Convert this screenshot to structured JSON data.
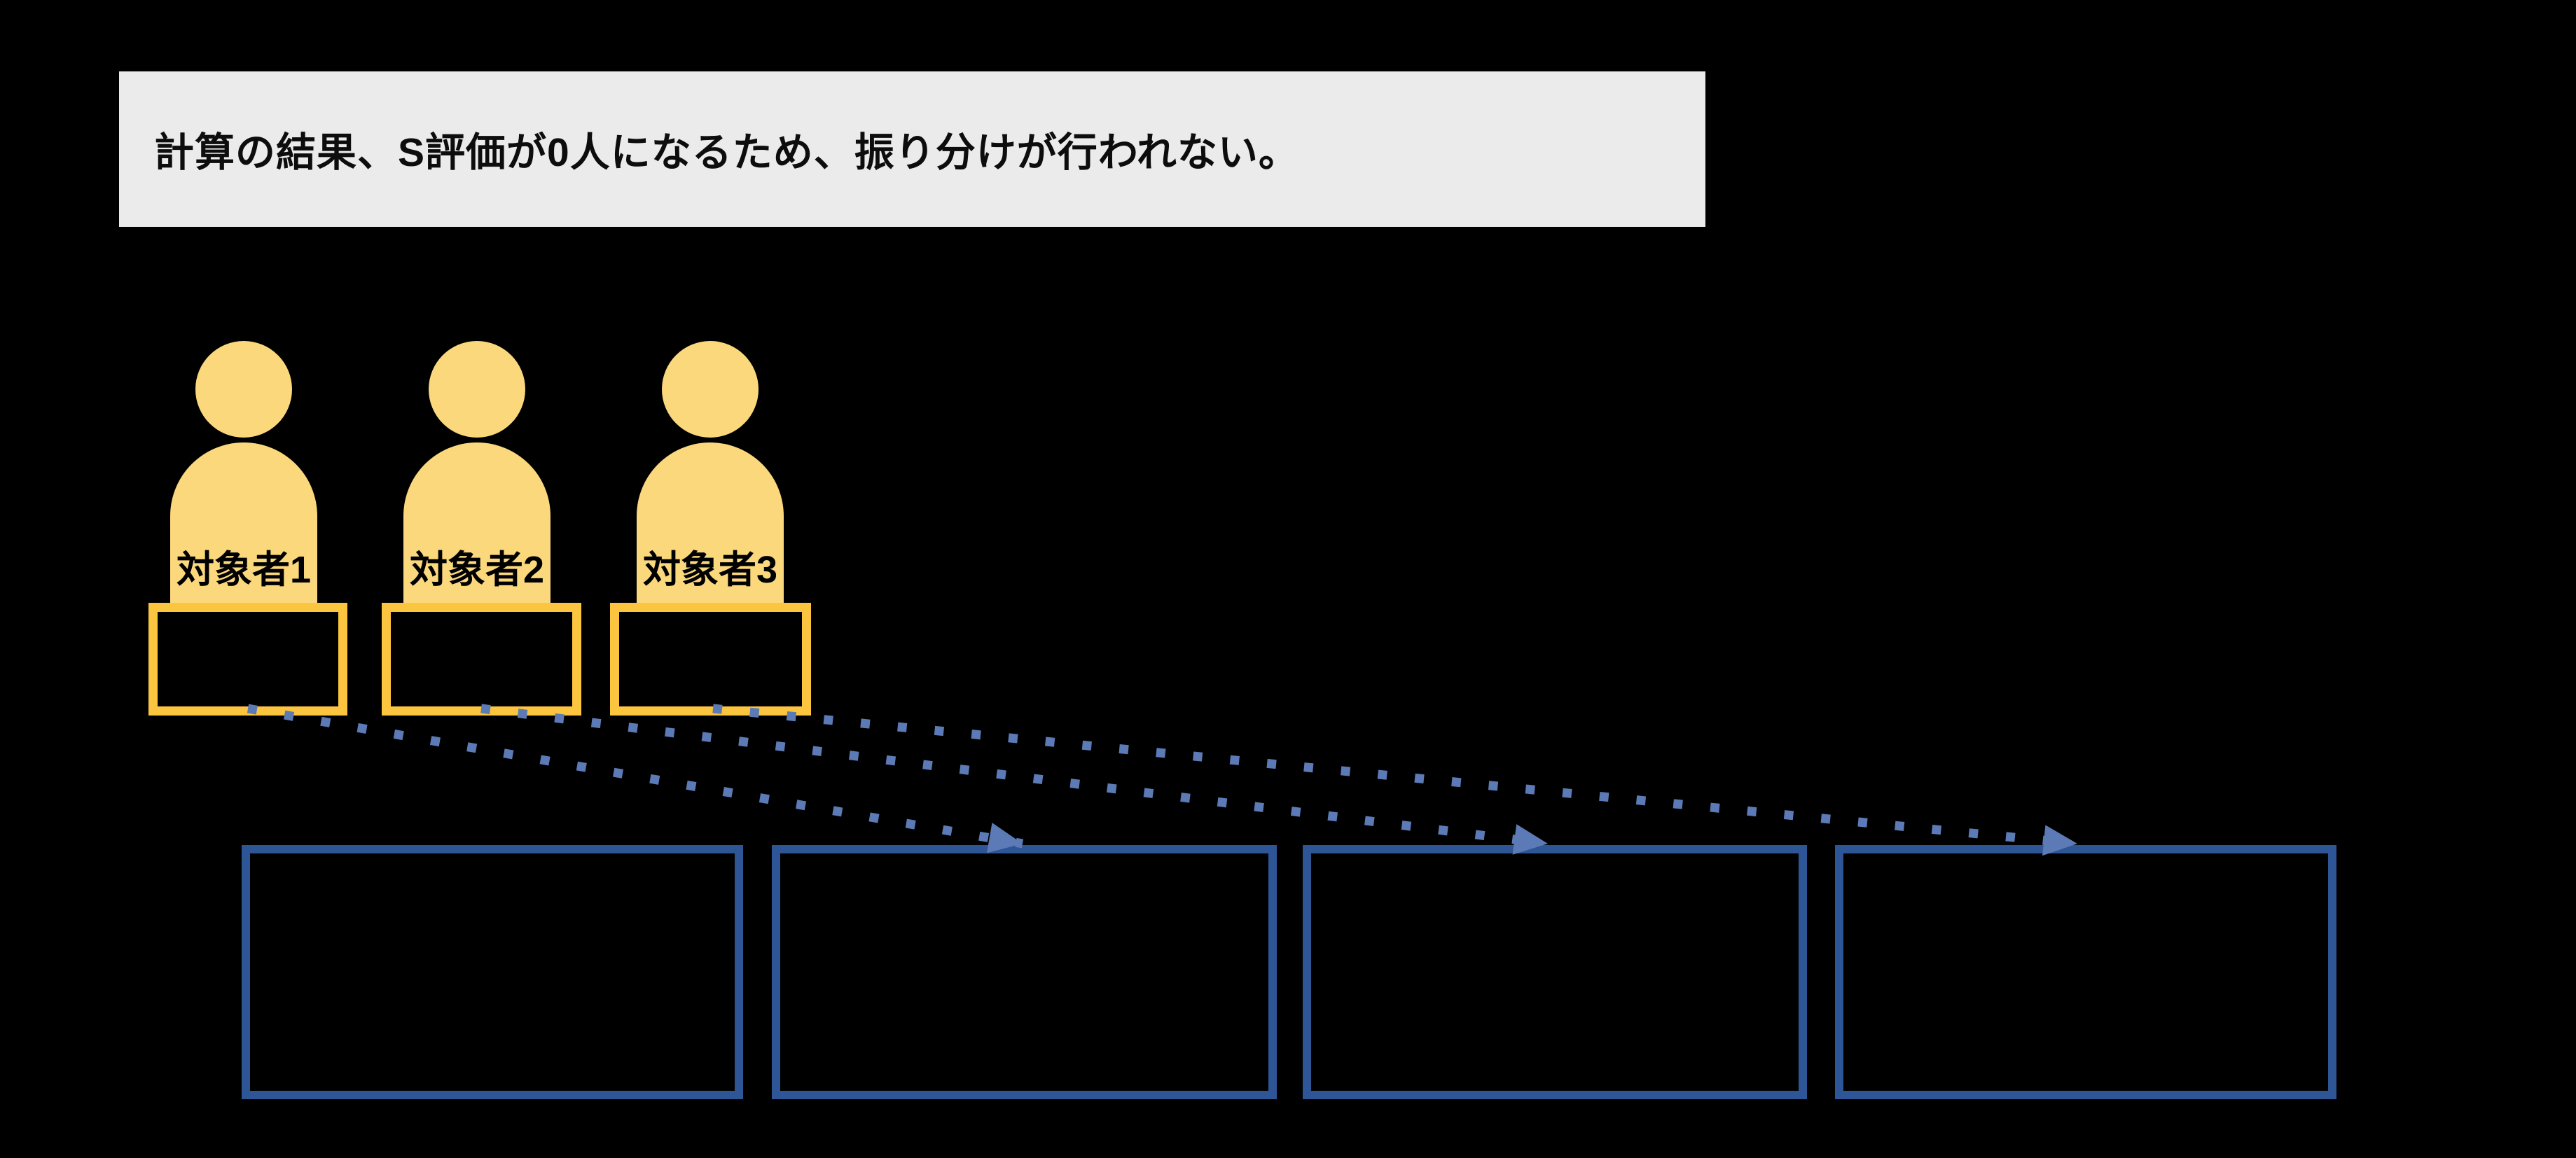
{
  "banner": {
    "text": "計算の結果、S評価が0人になるため、振り分けが行われない。"
  },
  "persons": [
    {
      "label": "対象者1"
    },
    {
      "label": "対象者2"
    },
    {
      "label": "対象者3"
    }
  ],
  "member_boxes": [
    "",
    "",
    ""
  ],
  "group_boxes": [
    "",
    "",
    "",
    ""
  ],
  "connectors": [
    {
      "from": "person-box-1",
      "to": "group-box-2",
      "style": "dotted-arrow"
    },
    {
      "from": "person-box-2",
      "to": "group-box-3",
      "style": "dotted-arrow"
    },
    {
      "from": "person-box-3",
      "to": "group-box-4",
      "style": "dotted-arrow"
    }
  ],
  "colors": {
    "background": "#000000",
    "banner_bg": "#EBEBEB",
    "banner_text": "#0D0D0D",
    "person_fill": "#FBD87B",
    "person_box_border": "#FCC53F",
    "group_box_border": "#2E5596",
    "connector": "#5C7AB6"
  }
}
